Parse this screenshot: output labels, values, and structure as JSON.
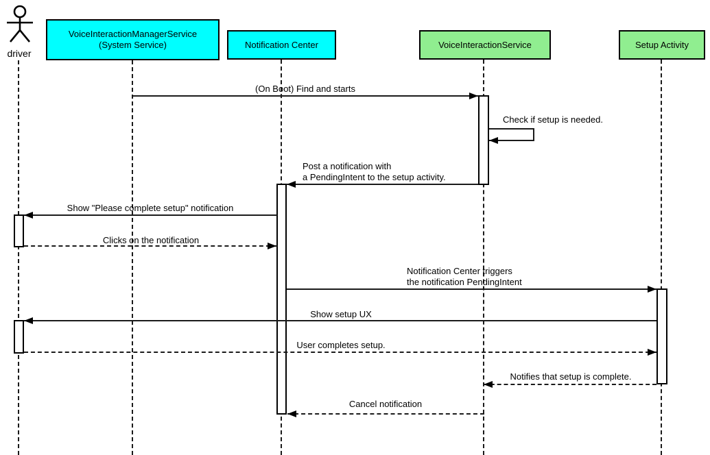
{
  "colors": {
    "participant_cyan": "#00ffff",
    "participant_green": "#90ee90",
    "line": "#000000",
    "background": "#ffffff"
  },
  "actor": {
    "label": "driver"
  },
  "participants": {
    "vims": {
      "line1": "VoiceInteractionManagerService",
      "line2": "(System Service)",
      "color": "#00ffff"
    },
    "nc": {
      "label": "Notification Center",
      "color": "#00ffff"
    },
    "vis": {
      "label": "VoiceInteractionService",
      "color": "#90ee90"
    },
    "setup": {
      "label": "Setup Activity",
      "color": "#90ee90"
    }
  },
  "messages": {
    "on_boot": {
      "text": "(On Boot) Find and starts",
      "from": "VoiceInteractionManagerService (System Service)",
      "to": "VoiceInteractionService",
      "line": "solid"
    },
    "check_setup": {
      "text": "Check if setup is needed.",
      "from": "VoiceInteractionService",
      "to": "VoiceInteractionService",
      "line": "solid"
    },
    "post_notification": {
      "line1": "Post a notification with",
      "line2": "a PendingIntent to the setup activity.",
      "from": "VoiceInteractionService",
      "to": "Notification Center",
      "line": "solid"
    },
    "show_notification": {
      "text": "Show \"Please complete setup\" notification",
      "from": "Notification Center",
      "to": "driver",
      "line": "solid"
    },
    "clicks_notification": {
      "text": "Clicks on the notification",
      "from": "driver",
      "to": "Notification Center",
      "line": "dashed"
    },
    "trigger_intent": {
      "line1": "Notification Center triggers",
      "line2": "the notification PendingIntent",
      "from": "Notification Center",
      "to": "Setup Activity",
      "line": "solid"
    },
    "show_setup_ux": {
      "text": "Show setup UX",
      "from": "Setup Activity",
      "to": "driver",
      "line": "solid"
    },
    "user_completes": {
      "text": "User completes setup.",
      "from": "driver",
      "to": "Setup Activity",
      "line": "dashed"
    },
    "notifies_complete": {
      "text": "Notifies that setup is complete.",
      "from": "Setup Activity",
      "to": "VoiceInteractionService",
      "line": "dashed"
    },
    "cancel_notification": {
      "text": "Cancel notification",
      "from": "VoiceInteractionService",
      "to": "Notification Center",
      "line": "dashed"
    }
  }
}
